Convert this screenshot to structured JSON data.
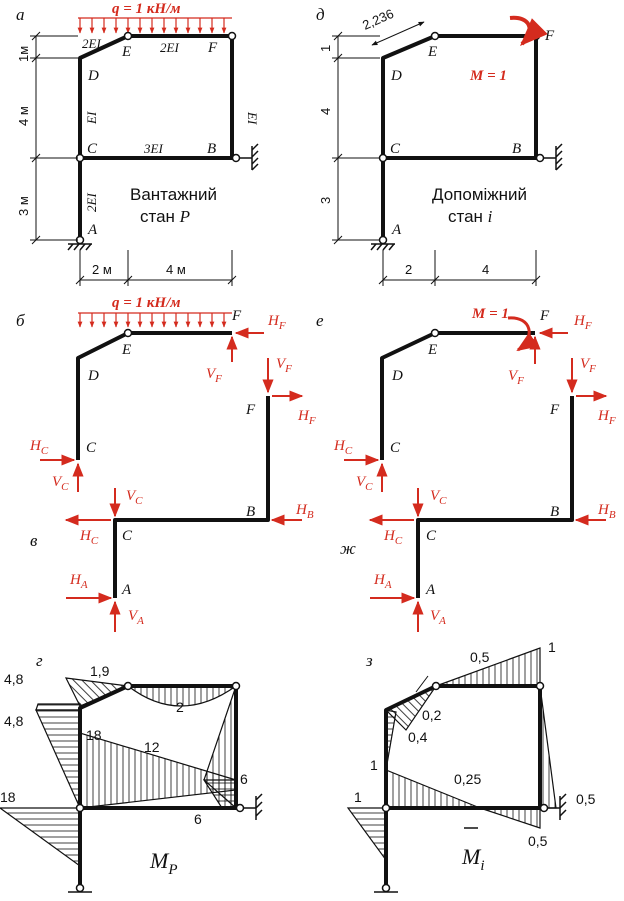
{
  "colors": {
    "frame": "#111111",
    "load": "#d42b1e",
    "background": "#ffffff"
  },
  "panel_a": {
    "tag": "а",
    "load_label": "q = 1 кН/м",
    "dims_left": [
      "1м",
      "4 м",
      "3 м"
    ],
    "dims_bottom": [
      "2 м",
      "4 м"
    ],
    "nodes": {
      "A": "A",
      "B": "B",
      "C": "C",
      "D": "D",
      "E": "E",
      "F": "F"
    },
    "stiffness": {
      "de": "2EI",
      "ef": "2EI",
      "dc": "EI",
      "cb": "3EI",
      "fb": "EI",
      "ca": "2EI"
    },
    "caption_line1": "Вантажний",
    "caption_line2_prefix": "стан ",
    "caption_line2_var": "P"
  },
  "panel_d": {
    "tag": "д",
    "incline_length": "2,236",
    "moment_label": "M = 1",
    "dims_left": [
      "1",
      "4",
      "3"
    ],
    "dims_bottom": [
      "2",
      "4"
    ],
    "nodes": {
      "A": "A",
      "B": "B",
      "C": "C",
      "D": "D",
      "E": "E",
      "F": "F"
    },
    "caption_line1": "Допоміжний",
    "caption_line2_prefix": "стан ",
    "caption_line2_var": "i"
  },
  "panel_b": {
    "tag": "б",
    "load_label": "q = 1 кН/м",
    "nodes": {
      "C": "C",
      "D": "D",
      "E": "E",
      "F": "F"
    },
    "forces": {
      "HF": "H",
      "VF": "V",
      "HC": "H",
      "VC": "V",
      "subF": "F",
      "subC": "C"
    }
  },
  "panel_e": {
    "tag": "е",
    "moment_label": "M = 1",
    "nodes": {
      "C": "C",
      "D": "D",
      "E": "E",
      "F": "F"
    },
    "forces": {
      "HF": "H",
      "VF": "V",
      "HC": "H",
      "VC": "V",
      "subF": "F",
      "subC": "C"
    }
  },
  "panel_v": {
    "tag": "в",
    "nodes": {
      "A": "A",
      "B": "B",
      "C": "C",
      "F": "F"
    },
    "forces": {
      "H": "H",
      "V": "V",
      "subA": "A",
      "subB": "B",
      "subC": "C",
      "subF": "F"
    }
  },
  "panel_zh": {
    "tag": "ж",
    "nodes": {
      "A": "A",
      "B": "B",
      "C": "C",
      "F": "F"
    },
    "forces": {
      "H": "H",
      "V": "V",
      "subA": "A",
      "subB": "B",
      "subC": "C",
      "subF": "F"
    }
  },
  "panel_g": {
    "tag": "г",
    "values": {
      "v48a": "4,8",
      "v19": "1,9",
      "v48b": "4,8",
      "v2": "2",
      "v18a": "18",
      "v12": "12",
      "v18b": "18",
      "v6a": "6",
      "v6b": "6"
    },
    "caption_var": "M",
    "caption_sub": "P"
  },
  "panel_z": {
    "tag": "з",
    "values": {
      "v05a": "0,5",
      "v1a": "1",
      "v02": "0,2",
      "v04": "0,4",
      "v1b": "1",
      "v025": "0,25",
      "v1c": "1",
      "v05b": "0,5",
      "v05c": "0,5"
    },
    "caption_var": "M",
    "caption_sub": "i"
  }
}
